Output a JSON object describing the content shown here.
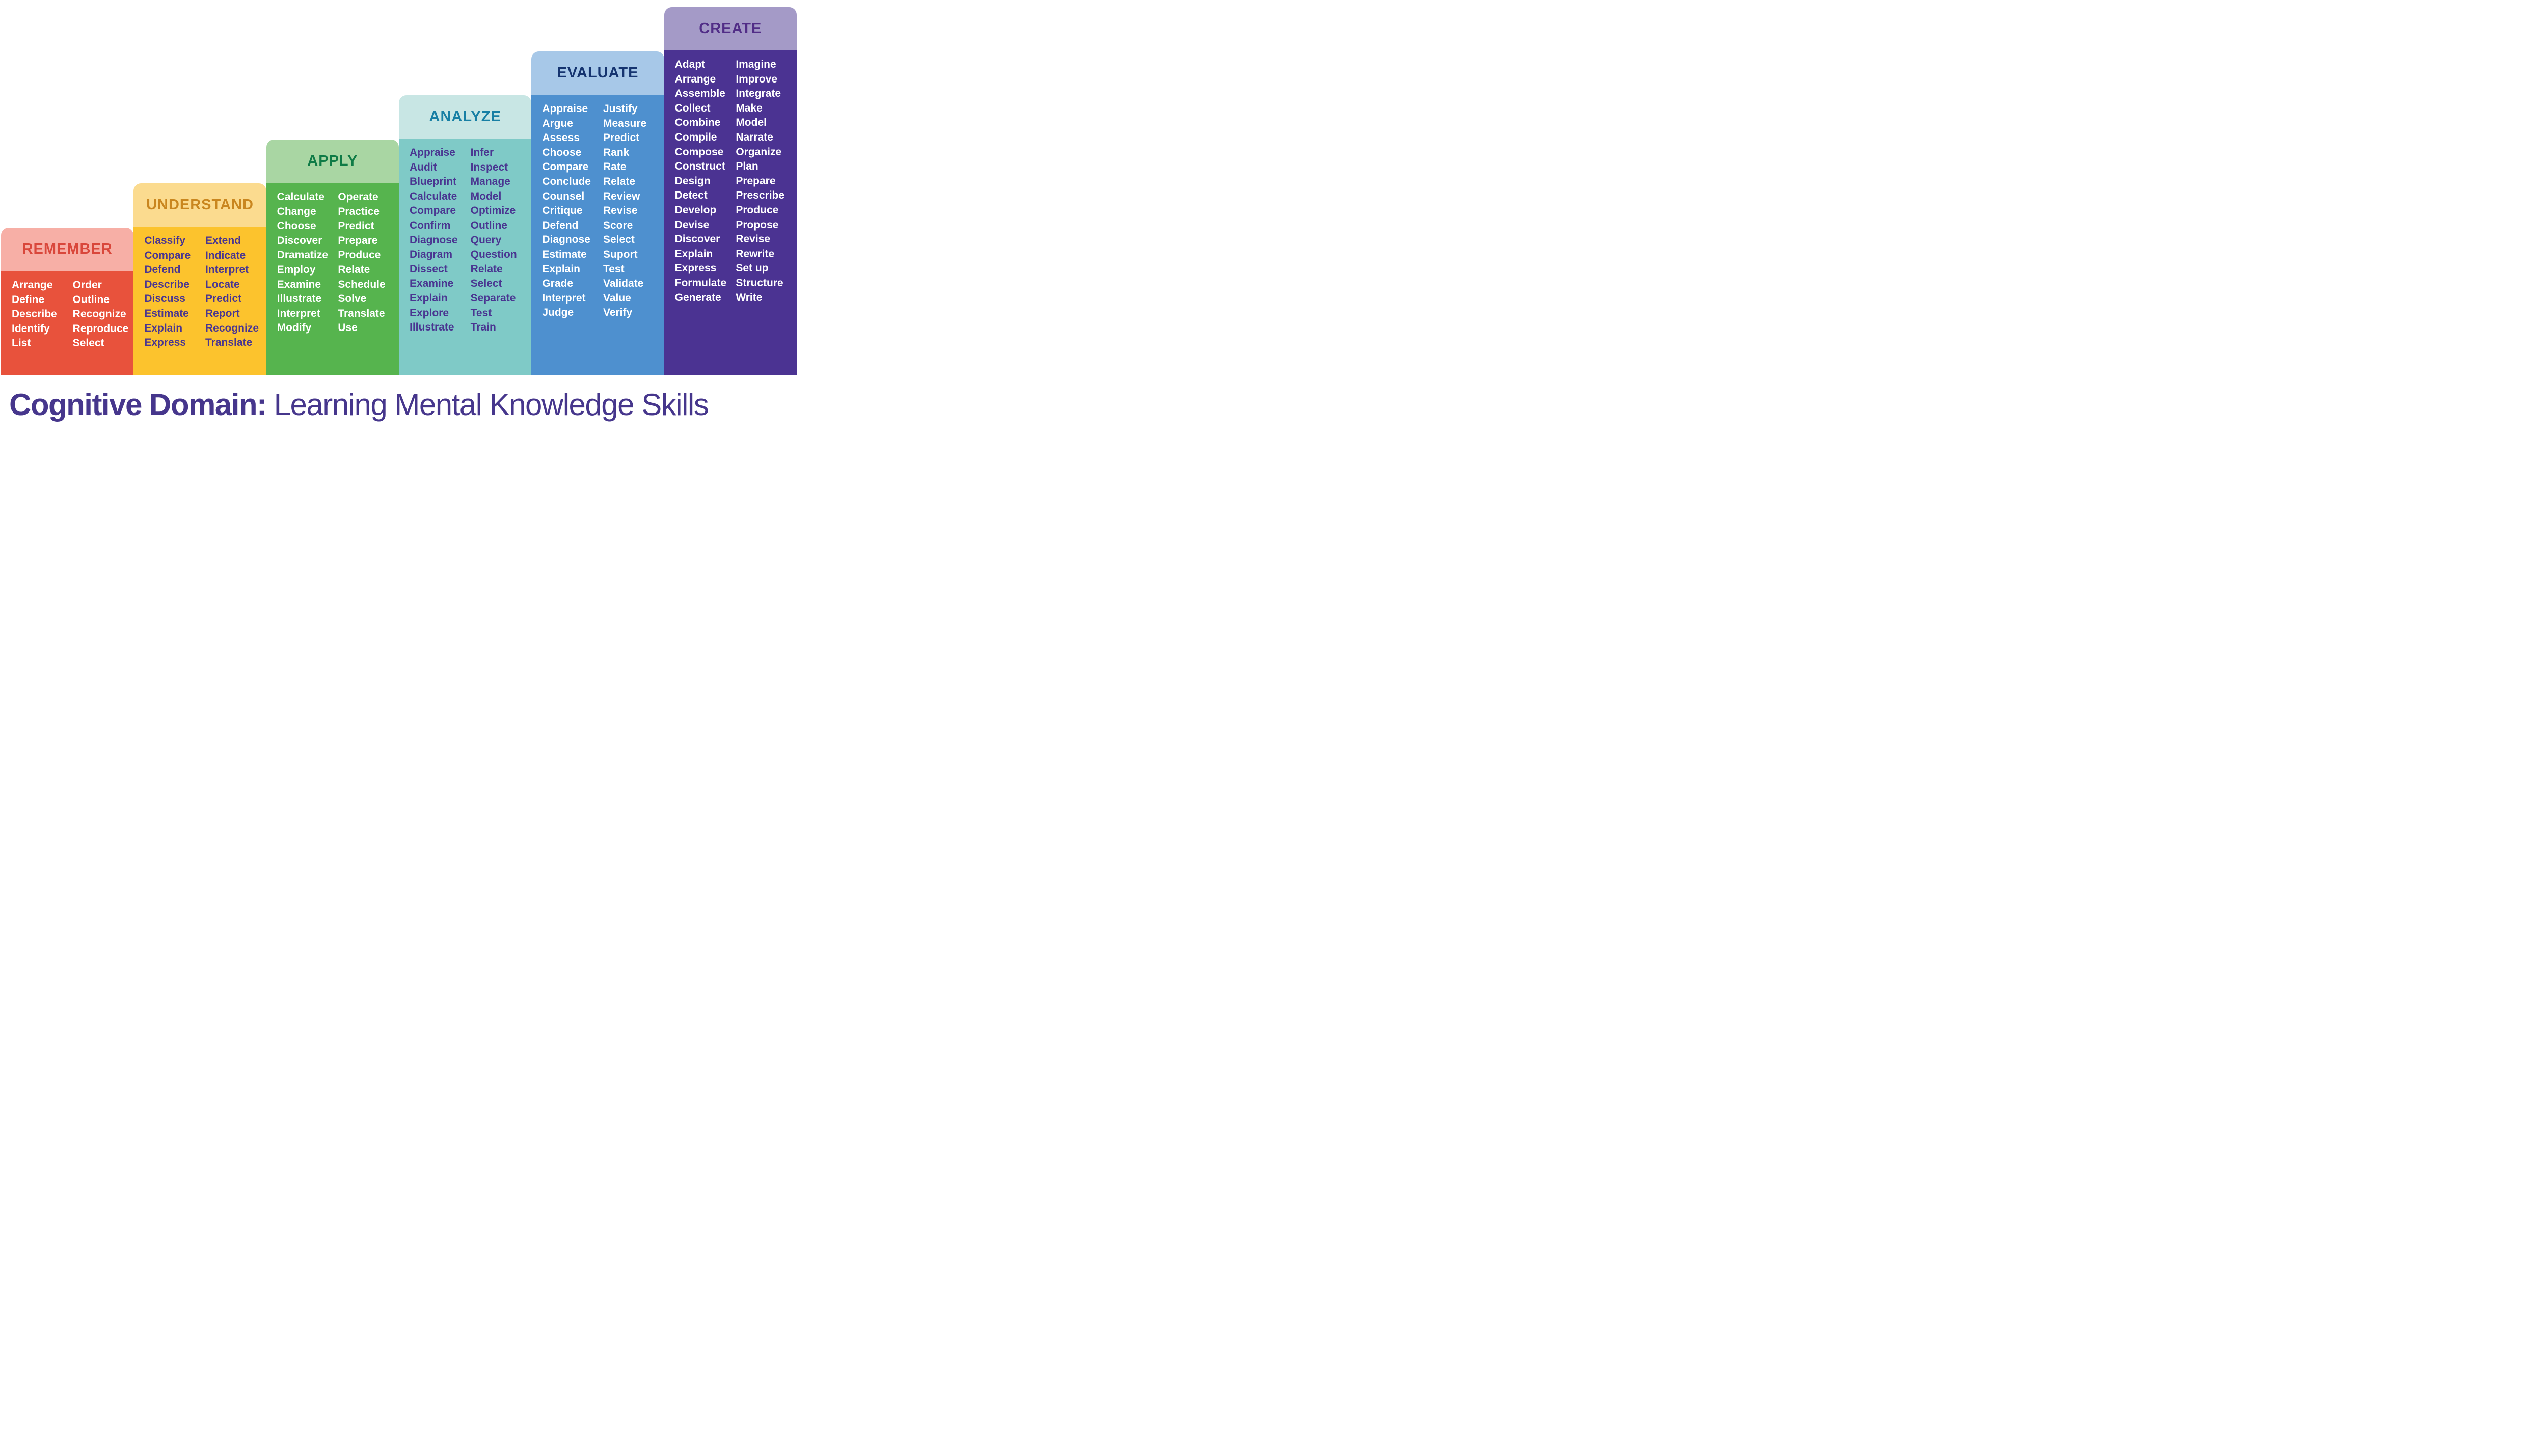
{
  "title": {
    "bold": "Cognitive Domain:",
    "light": " Learning Mental Knowledge Skills",
    "color": "#46368C"
  },
  "levels": [
    {
      "label": "REMEMBER",
      "colors": {
        "header_bg": "#F7AFA6",
        "header_text": "#D9473B",
        "body_bg": "#E8523C",
        "word_text": "#FFFFFF"
      },
      "words_left": [
        "Arrange",
        "Define",
        "Describe",
        "Identify",
        "List"
      ],
      "words_right": [
        "Order",
        "Outline",
        "Recognize",
        "Reproduce",
        "Select"
      ]
    },
    {
      "label": "UNDERSTAND",
      "colors": {
        "header_bg": "#FBDB8F",
        "header_text": "#C9861F",
        "body_bg": "#FCC32D",
        "word_text": "#4A3691"
      },
      "words_left": [
        "Classify",
        "Compare",
        "Defend",
        "Describe",
        "Discuss",
        "Estimate",
        "Explain",
        "Express"
      ],
      "words_right": [
        "Extend",
        "Indicate",
        "Interpret",
        "Locate",
        "Predict",
        "Report",
        "Recognize",
        "Translate"
      ]
    },
    {
      "label": "APPLY",
      "colors": {
        "header_bg": "#A9D6A3",
        "header_text": "#0F7B46",
        "body_bg": "#56B44E",
        "word_text": "#FFFFFF"
      },
      "words_left": [
        "Calculate",
        "Change",
        "Choose",
        "Discover",
        "Dramatize",
        "Employ",
        "Examine",
        "Illustrate",
        "Interpret",
        "Modify"
      ],
      "words_right": [
        "Operate",
        "Practice",
        "Predict",
        "Prepare",
        "Produce",
        "Relate",
        "Schedule",
        "Solve",
        "Translate",
        "Use"
      ]
    },
    {
      "label": "ANALYZE",
      "colors": {
        "header_bg": "#C8E6E4",
        "header_text": "#177FA4",
        "body_bg": "#7FCAC7",
        "word_text": "#4A3691"
      },
      "words_left": [
        "Appraise",
        "Audit",
        "Blueprint",
        "Calculate",
        "Compare",
        "Confirm",
        "Diagnose",
        "Diagram",
        "Dissect",
        "Examine",
        "Explain",
        "Explore",
        "Illustrate"
      ],
      "words_right": [
        "Infer",
        "Inspect",
        "Manage",
        "Model",
        "Optimize",
        "Outline",
        "Query",
        "Question",
        "Relate",
        "Select",
        "Separate",
        "Test",
        "Train"
      ]
    },
    {
      "label": "EVALUATE",
      "colors": {
        "header_bg": "#A7C8E8",
        "header_text": "#153470",
        "body_bg": "#4E90CF",
        "word_text": "#FFFFFF"
      },
      "words_left": [
        "Appraise",
        "Argue",
        "Assess",
        "Choose",
        "Compare",
        "Conclude",
        "Counsel",
        "Critique",
        "Defend",
        "Diagnose",
        "Estimate",
        "Explain",
        "Grade",
        "Interpret",
        "Judge"
      ],
      "words_right": [
        "Justify",
        "Measure",
        "Predict",
        "Rank",
        "Rate",
        "Relate",
        "Review",
        "Revise",
        "Score",
        "Select",
        "Suport",
        "Test",
        "Validate",
        "Value",
        "Verify"
      ]
    },
    {
      "label": "CREATE",
      "colors": {
        "header_bg": "#A49AC7",
        "header_text": "#512D87",
        "body_bg": "#4B3392",
        "word_text": "#FFFFFF"
      },
      "words_left": [
        "Adapt",
        "Arrange",
        "Assemble",
        "Collect",
        "Combine",
        "Compile",
        "Compose",
        "Construct",
        "Design",
        "Detect",
        "Develop",
        "Devise",
        "Discover",
        "Explain",
        "Express",
        "Formulate",
        "Generate"
      ],
      "words_right": [
        "Imagine",
        "Improve",
        "Integrate",
        "Make",
        "Model",
        "Narrate",
        "Organize",
        "Plan",
        "Prepare",
        "Prescribe",
        "Produce",
        "Propose",
        "Revise",
        "Rewrite",
        "Set up",
        "Structure",
        "Write"
      ]
    }
  ]
}
